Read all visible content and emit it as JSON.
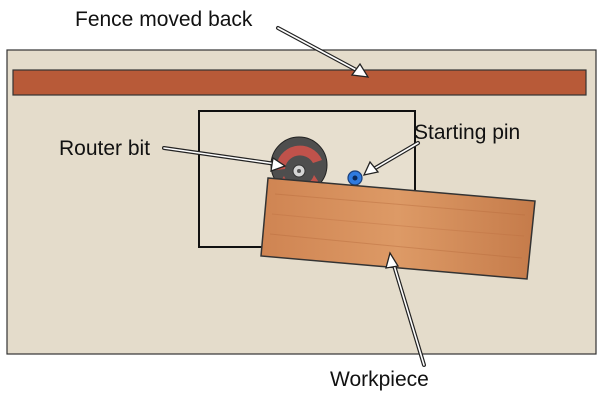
{
  "diagram": {
    "labels": {
      "fence": "Fence moved back",
      "router_bit": "Router bit",
      "starting_pin": "Starting pin",
      "workpiece": "Workpiece"
    },
    "colors": {
      "table": "#e4dccb",
      "fence": "#b85a38",
      "wood_light": "#d9935e",
      "wood_dark": "#b96d3f",
      "bit_body": "#4e4e4e",
      "bit_cutter": "#c0524b",
      "pin": "#2f7be0",
      "outline": "#222222"
    },
    "icons": {
      "arrow": "outlined-arrow-icon",
      "router_bit": "router-bit-icon",
      "pin": "starting-pin-icon"
    }
  }
}
